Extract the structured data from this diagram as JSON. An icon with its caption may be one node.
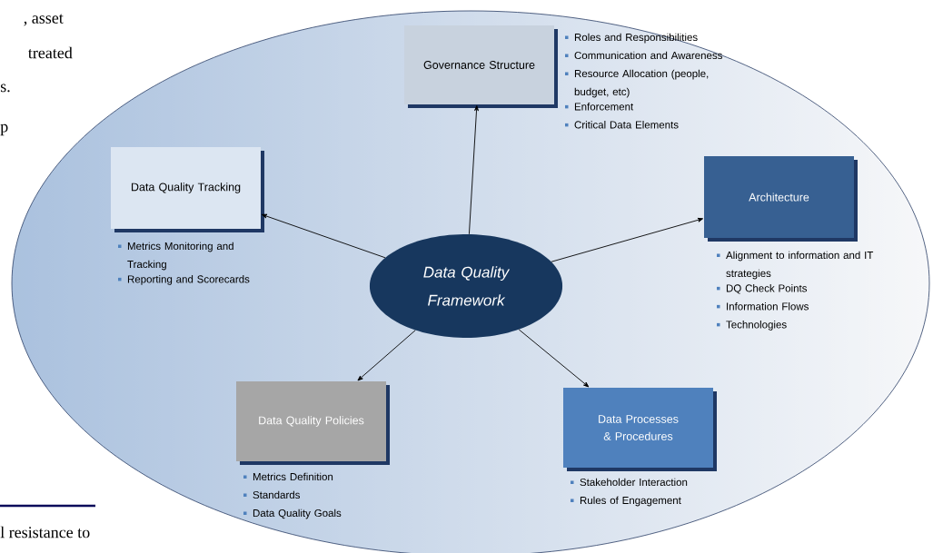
{
  "diagram": {
    "nodes": [
      {
        "text": [
          "Governance Structure"
        ],
        "beside": [
          "Roles and Responsibilities",
          "Communication  and Awareness",
          "Resource Allocation (people, budget, etc)",
          "Enforcement",
          "Critical Data Elements"
        ]
      },
      {
        "text": [
          "Data Quality Tracking"
        ],
        "beside": [
          "Metrics Monitoring and Tracking",
          "Reporting and Scorecards"
        ]
      },
      {
        "text": [
          "Data Quality Framework"
        ]
      },
      {
        "text": [
          "Architecture"
        ],
        "beside": [
          "Alignment to information and IT strategies",
          "DQ Check Points",
          "Information Flows",
          "Technologies"
        ]
      },
      {
        "text": [
          "Data Quality Policies"
        ],
        "beside": [
          "Metrics Definition",
          "Standards",
          "Data Quality Goals"
        ]
      },
      {
        "text": [
          "Data Processes & Procedures"
        ],
        "beside": [
          "Stakeholder Interaction",
          "Rules of Engagement"
        ]
      }
    ],
    "edges": [
      {
        "from": 2,
        "to": 0,
        "arrow": "to"
      },
      {
        "from": 2,
        "to": 1,
        "arrow": "to"
      },
      {
        "from": 2,
        "to": 3,
        "arrow": "to"
      },
      {
        "from": 2,
        "to": 4,
        "arrow": "to"
      },
      {
        "from": 2,
        "to": 5,
        "arrow": "to"
      }
    ],
    "labels": [
      ", asset",
      "treated",
      "s.",
      "p",
      "l resistance to"
    ]
  }
}
